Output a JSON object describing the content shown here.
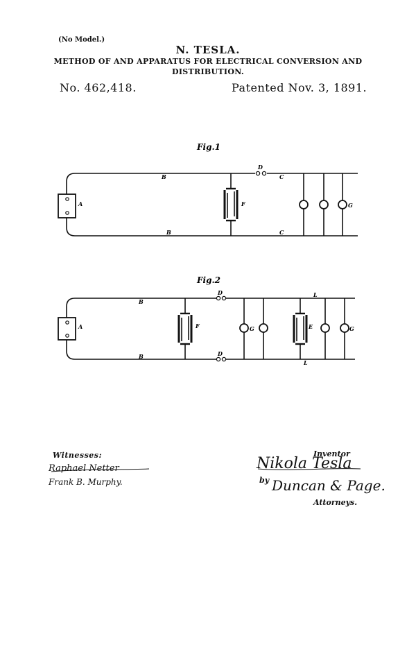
{
  "header": {
    "no_model": "(No Model.)",
    "inventor": "N. TESLA.",
    "title_line1": "METHOD OF AND APPARATUS FOR ELECTRICAL CONVERSION AND",
    "title_line2": "DISTRIBUTION.",
    "patent_number": "No. 462,418.",
    "patent_date": "Patented Nov. 3, 1891."
  },
  "figures": {
    "fig1": {
      "caption": "Fig.1",
      "labels": {
        "A": "A",
        "B_top": "B",
        "B_bottom": "B",
        "C_top": "C",
        "C_bottom": "C",
        "D": "D",
        "F": "F",
        "G": "G"
      }
    },
    "fig2": {
      "caption": "Fig.2",
      "labels": {
        "A": "A",
        "B_top": "B",
        "B_bottom": "B",
        "D_top": "D",
        "D_bottom": "D",
        "F": "F",
        "G1": "G",
        "E": "E",
        "G2": "G",
        "L_top": "L",
        "L_bottom": "L"
      }
    }
  },
  "signatures": {
    "witnesses_label": "Witnesses:",
    "witness1": "Raphael Netter",
    "witness2": "Frank B. Murphy.",
    "inventor_label": "Inventor",
    "inventor_signature": "Nikola Tesla",
    "by_label": "by",
    "attorney_signature": "Duncan & Page.",
    "attorneys_label": "Attorneys."
  }
}
